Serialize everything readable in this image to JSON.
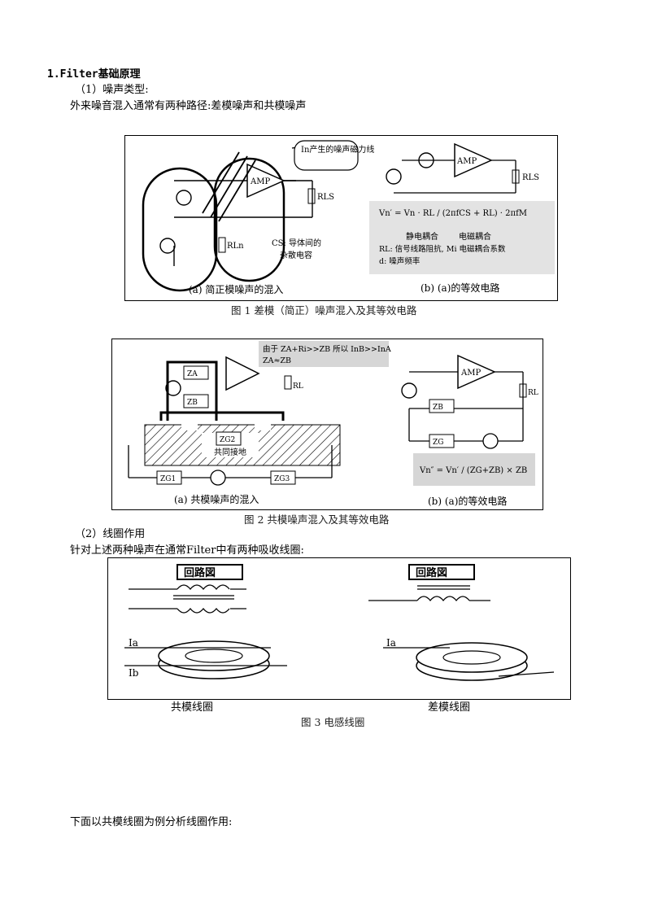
{
  "section_title": "1.Filter基础原理",
  "subsection1": "（1）噪声类型:",
  "para1": "外来噪音混入通常有两种路径:差模噪声和共模噪声",
  "fig1": {
    "caption": "图 1    差模（简正）噪声混入及其等效电路",
    "sub_a": "(a) 简正模噪声的混入",
    "sub_b": "(b) (a)的等效电路",
    "callout": "In产生的噪声磁力线",
    "cs_label": "CS: 导体间的杂散电容",
    "amp": "AMP",
    "formula_note1": "静电耦合",
    "formula_note2": "电磁耦合",
    "rl_note": "RL: 信号线路阻抗, Mi 电磁耦合系数",
    "d_note": "d: 噪声频率"
  },
  "fig2": {
    "caption": "图 2    共模噪声混入及其等效电路",
    "sub_a": "(a) 共模噪声的混入",
    "sub_b": "(b) (a)的等效电路",
    "ground": "共同接地",
    "note_top": "由于 ZA+Ri>>ZB 所以 InB>>InA",
    "note_top2": "ZA≈ZB",
    "amp": "AMP"
  },
  "subsection2": "（2）线圈作用",
  "para2": "针对上述两种噪声在通常Filter中有两种吸收线圈:",
  "fig3": {
    "circuit_title_left": "回路図",
    "circuit_title_right": "回路図",
    "label_left": "共模线圈",
    "label_right": "差模线圈",
    "caption": "图 3    电感线圈",
    "ia": "Ia",
    "ib": "Ib"
  },
  "para3": "下面以共模线圈为例分析线圈作用:"
}
